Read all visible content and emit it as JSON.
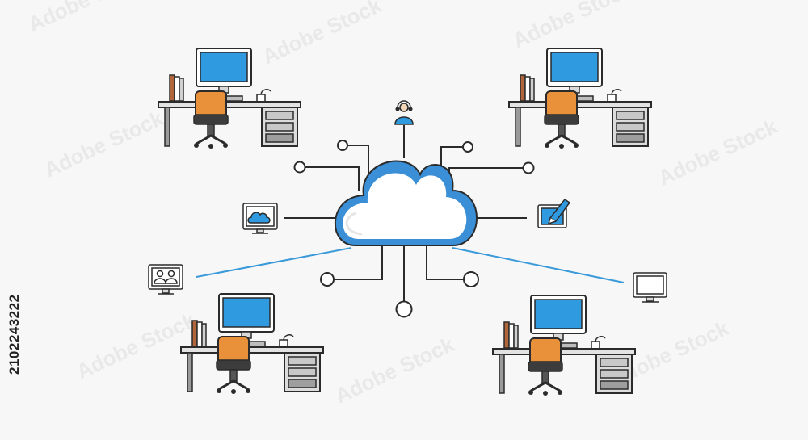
{
  "watermark": {
    "text": "Adobe Stock",
    "color": "#e9e9e9"
  },
  "stock_id": "2102243222",
  "colors": {
    "outline": "#2b2b2b",
    "cloud_blue": "#3a8fd6",
    "screen_blue": "#2f9ae0",
    "chair_orange": "#e8903a",
    "drawer_gray": "#c8c8c8",
    "connector_line": "#3a9ad9",
    "background": "#f7f7f7"
  },
  "diagram": {
    "center": "cloud",
    "workstations": [
      "computer-desk",
      "computer-desk",
      "computer-desk",
      "computer-desk"
    ],
    "connected_icons": [
      "user-headset-icon",
      "cloud-monitor-icon",
      "tablet-pen-icon",
      "video-conference-icon",
      "monitor-icon"
    ]
  }
}
